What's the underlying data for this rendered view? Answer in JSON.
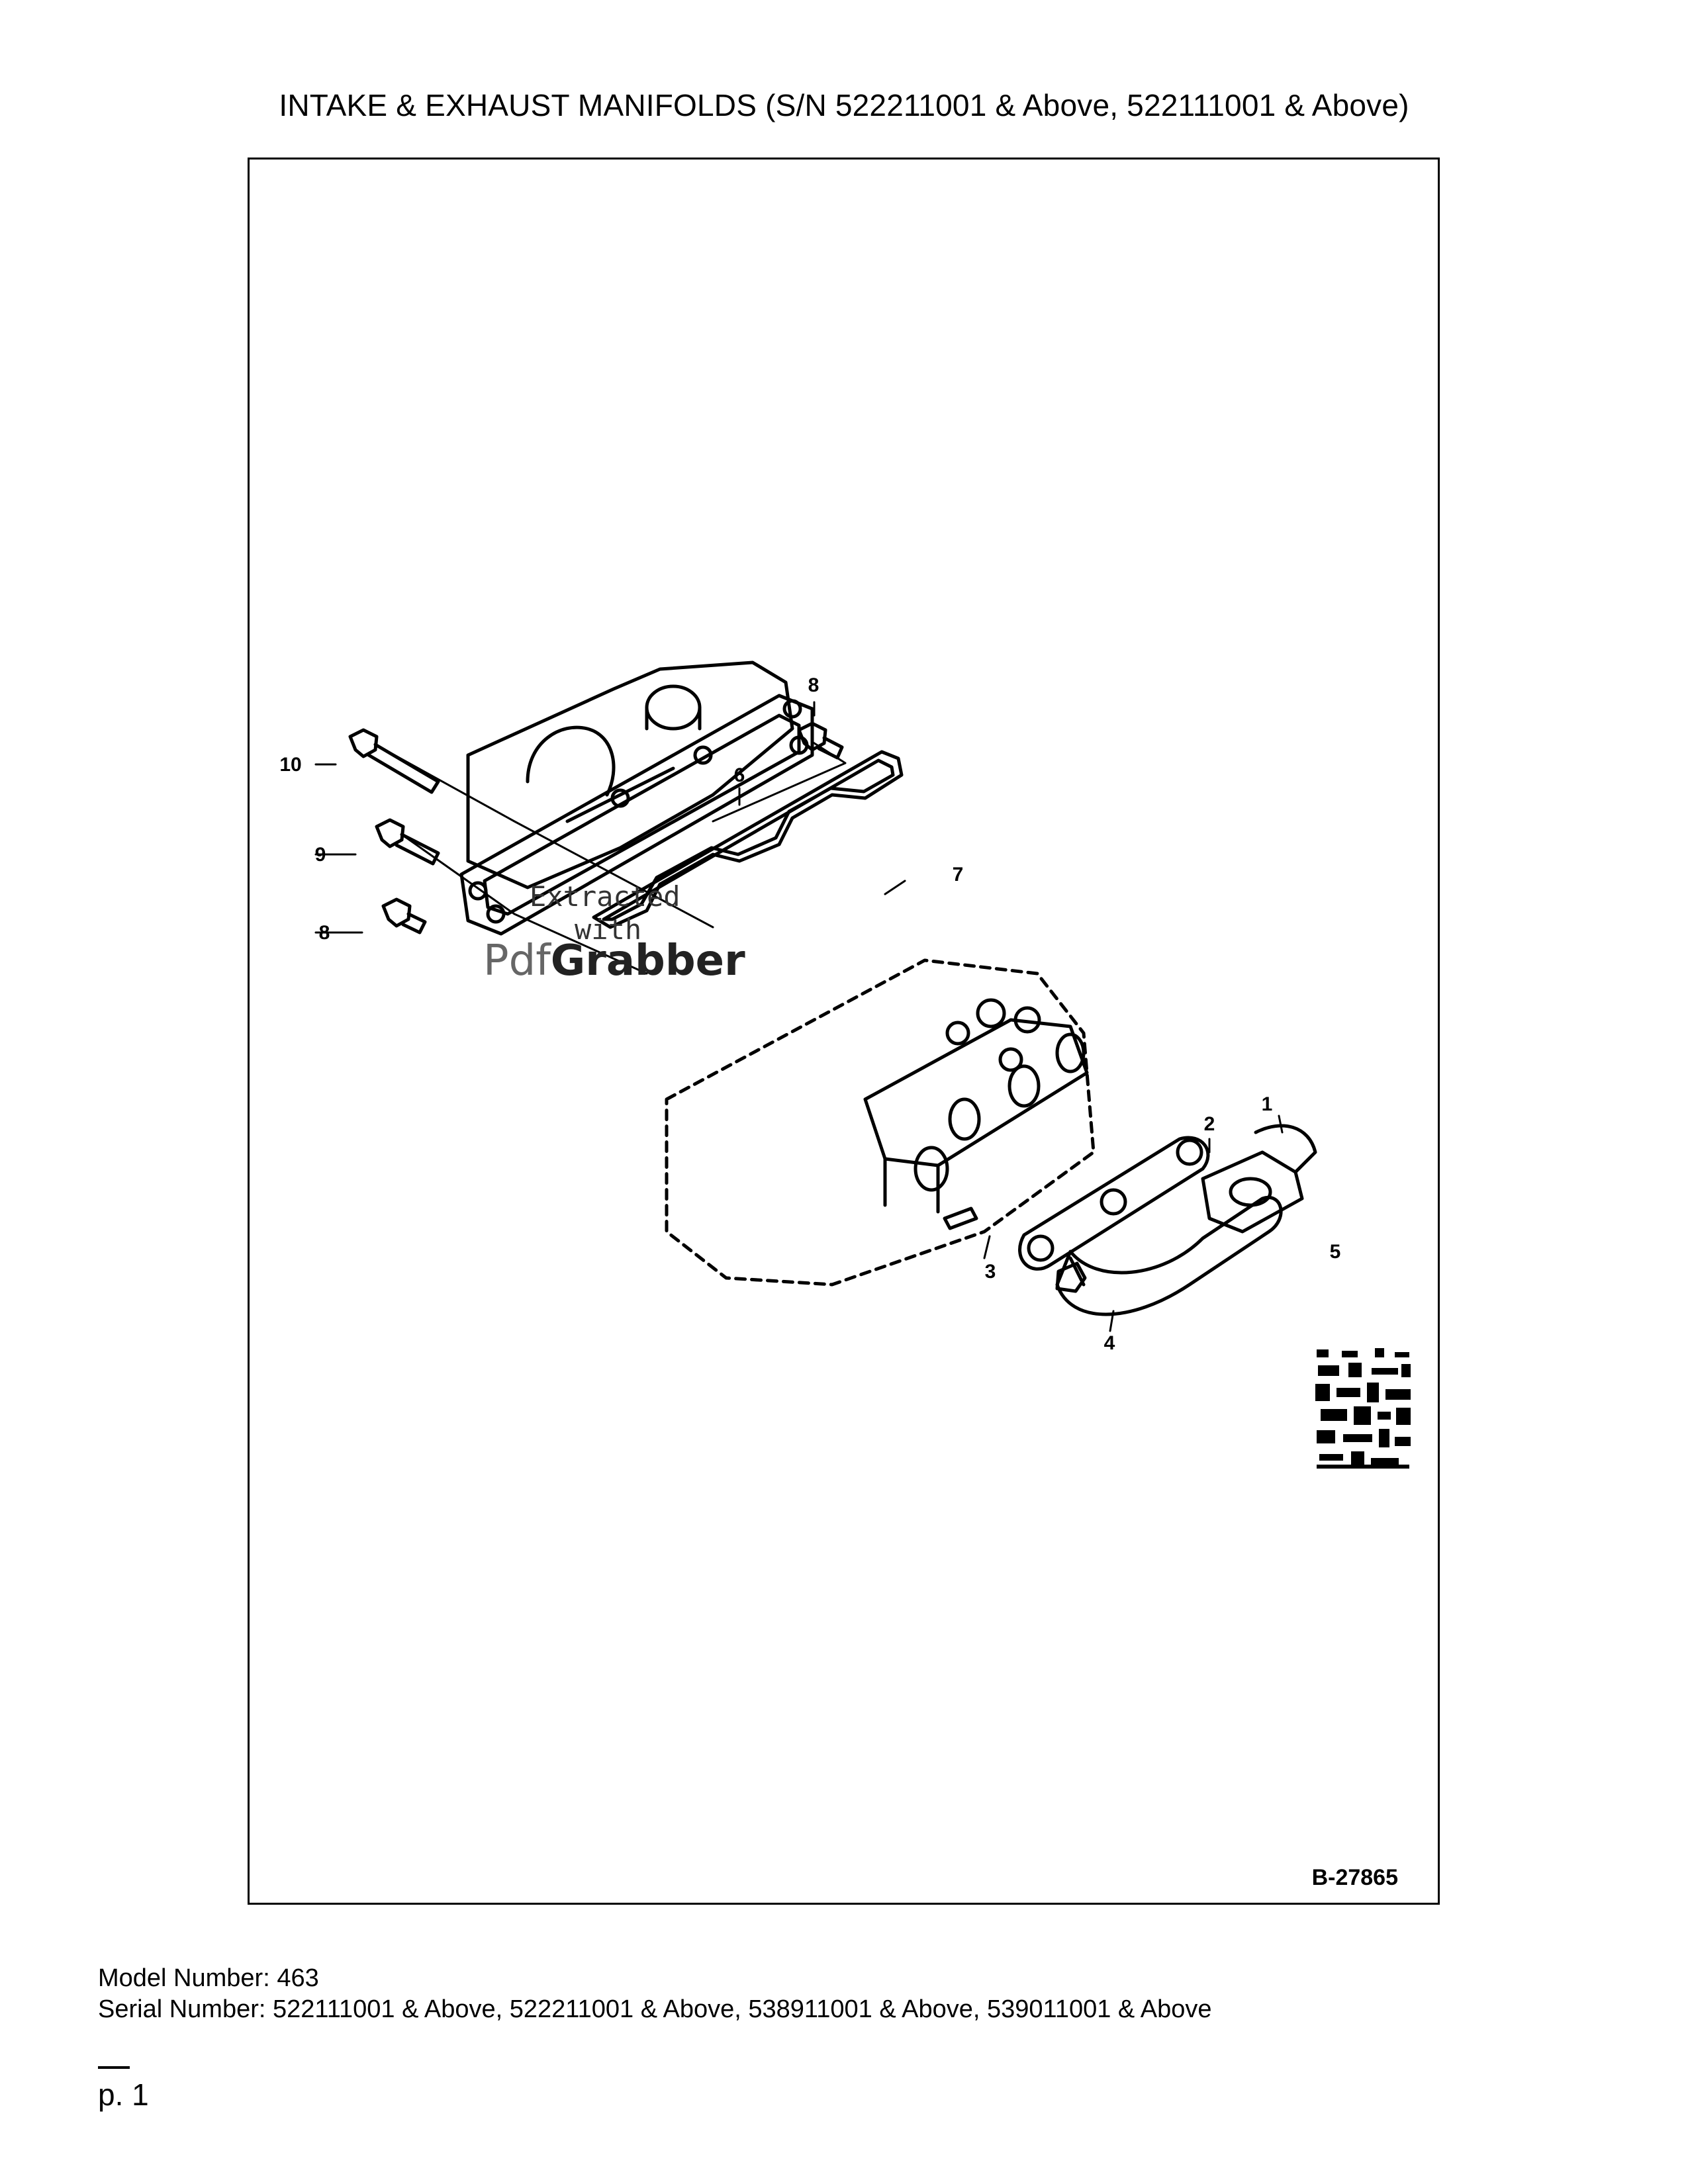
{
  "page": {
    "title": "INTAKE & EXHAUST MANIFOLDS (S/N 522211001 & Above, 522111001 & Above)",
    "drawing_id": "B-27865"
  },
  "callouts": {
    "c1": "1",
    "c2": "2",
    "c3": "3",
    "c4": "4",
    "c5": "5",
    "c6": "6",
    "c7": "7",
    "c8a": "8",
    "c8b": "8",
    "c9": "9",
    "c10": "10"
  },
  "watermark": {
    "line1": "Extracted",
    "line2": "with",
    "brand_a": "Pdf",
    "brand_b": "Grabber"
  },
  "footer": {
    "model": "Model Number: 463",
    "serial": "Serial Number: 522111001 & Above, 522211001 & Above, 538911001 & Above, 539011001 & Above",
    "page_label": "p. 1"
  }
}
